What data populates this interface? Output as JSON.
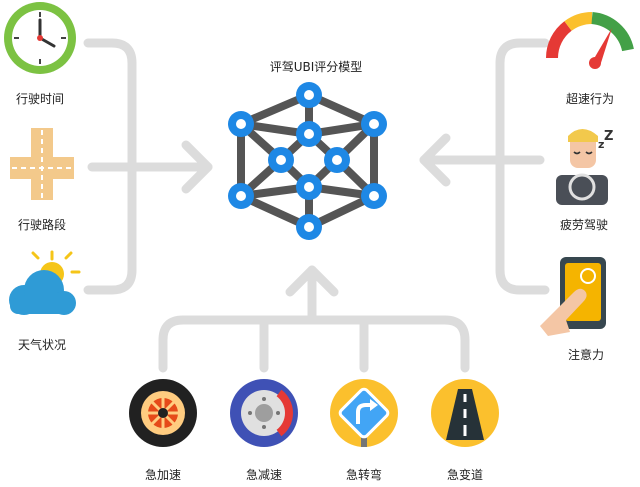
{
  "title": "评驾UBI评分模型",
  "left_factors": [
    {
      "label": "行驶时间",
      "icon": "clock-icon"
    },
    {
      "label": "行驶路段",
      "icon": "road-intersection-icon"
    },
    {
      "label": "天气状况",
      "icon": "weather-cloud-sun-icon"
    }
  ],
  "right_factors": [
    {
      "label": "超速行为",
      "icon": "speedometer-icon"
    },
    {
      "label": "疲劳驾驶",
      "icon": "sleepy-driver-icon"
    },
    {
      "label": "注意力",
      "icon": "phone-touch-icon"
    }
  ],
  "bottom_factors": [
    {
      "label": "急加速",
      "icon": "tire-icon"
    },
    {
      "label": "急减速",
      "icon": "brake-disc-icon"
    },
    {
      "label": "急转弯",
      "icon": "turn-sign-icon"
    },
    {
      "label": "急变道",
      "icon": "lane-change-icon"
    }
  ],
  "colors": {
    "arrow": "#dcdcdc",
    "node": "#1e88e5",
    "edge": "#555555"
  }
}
